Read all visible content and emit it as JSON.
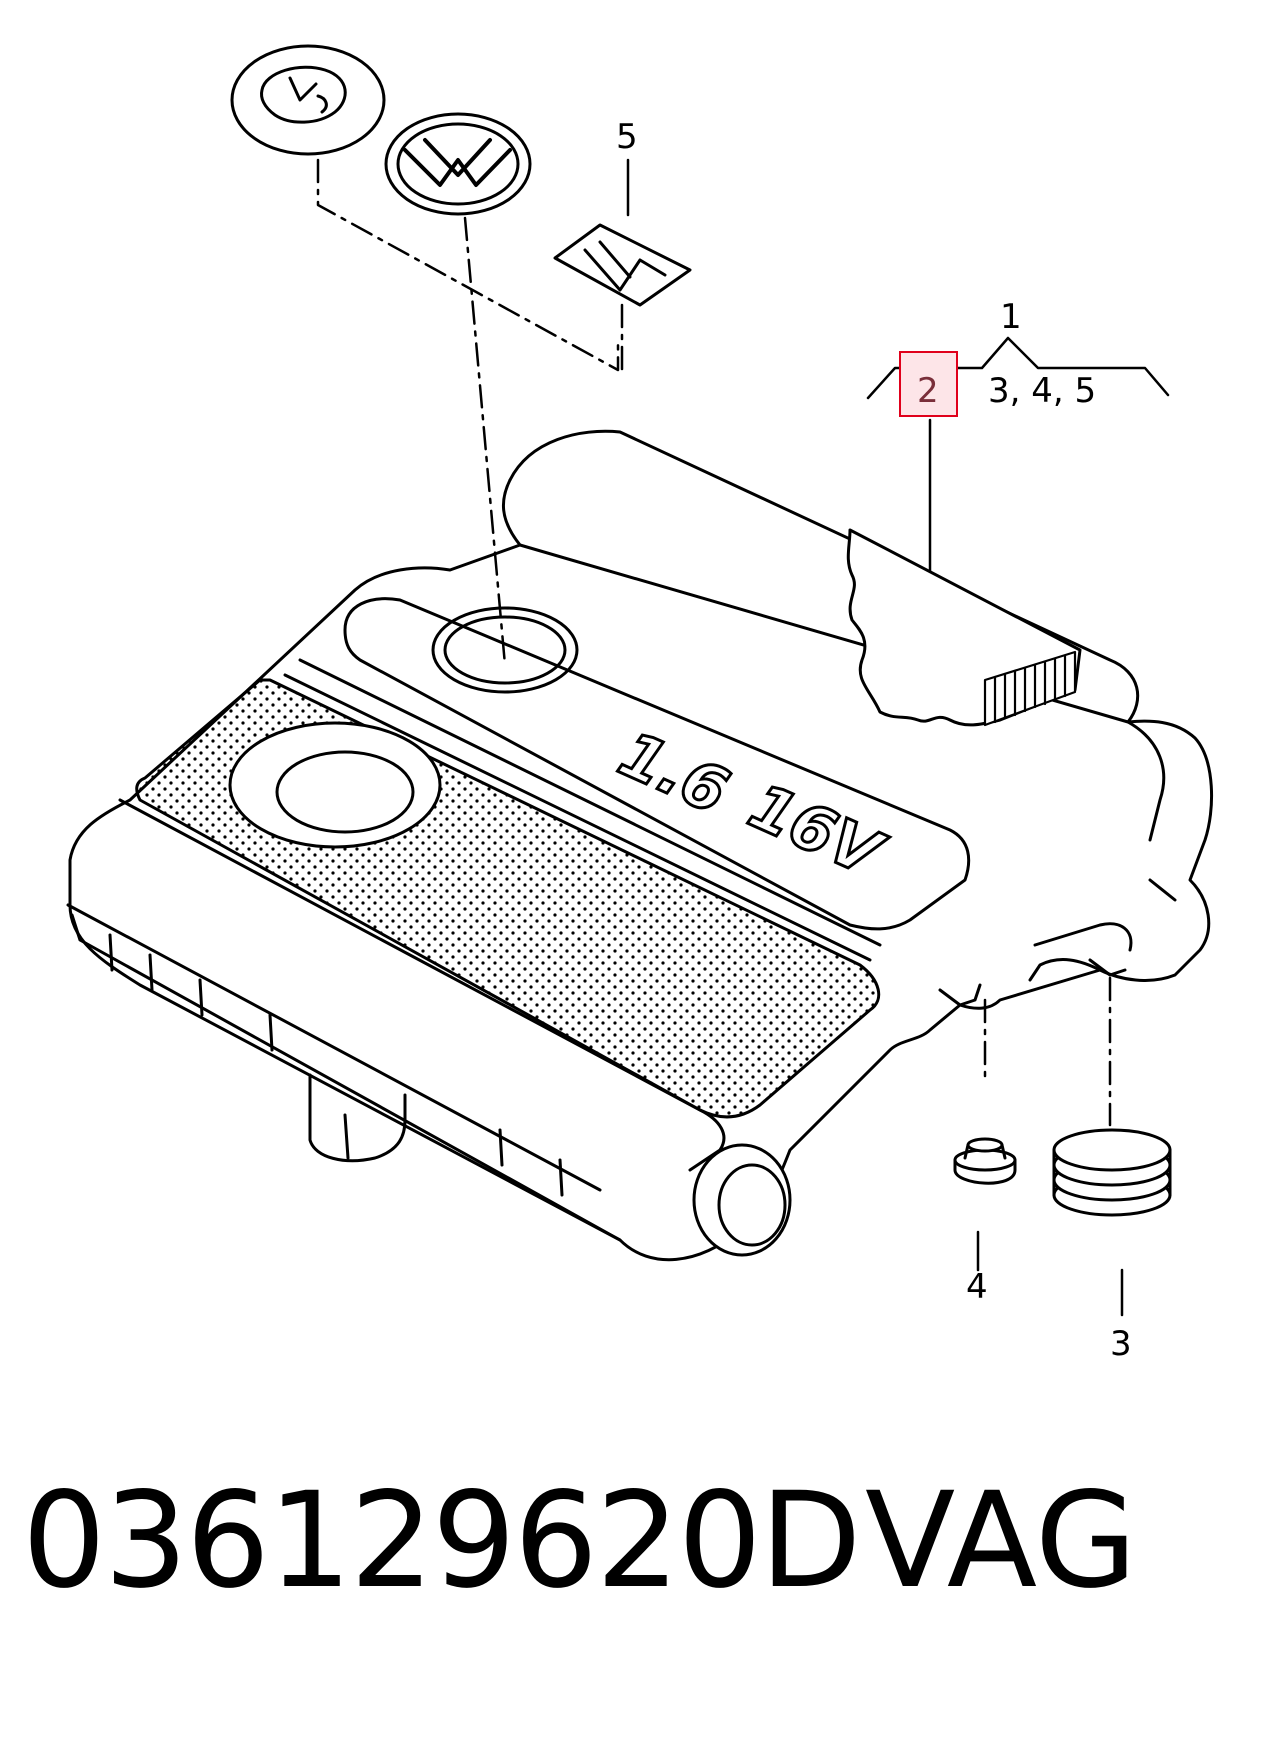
{
  "callouts": {
    "c1": "1",
    "c2": "2",
    "c3": "3",
    "c4": "4",
    "c5": "5",
    "c345": "3, 4, 5"
  },
  "emblem_text": {
    "displacement": "1.6",
    "valves": "16V"
  },
  "footer": {
    "part_number": "036129620D",
    "brand": "VAG"
  },
  "colors": {
    "highlight_border": "#e0001b",
    "highlight_fill": "#fde5e8",
    "line": "#000000"
  }
}
